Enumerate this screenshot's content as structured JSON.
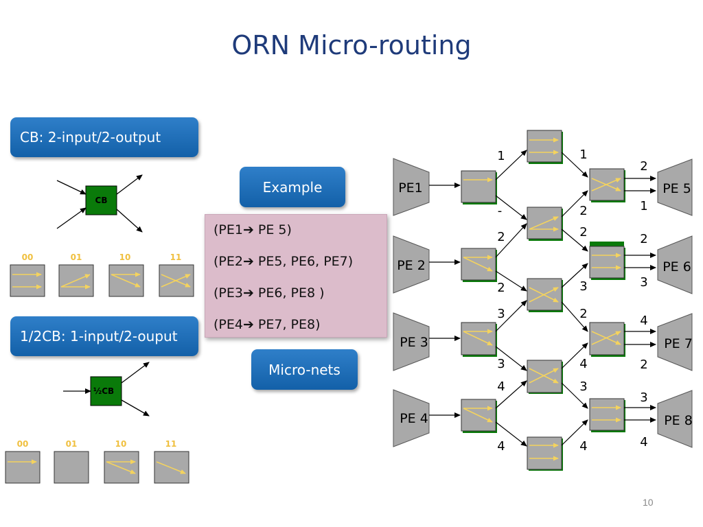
{
  "title": "ORN Micro-routing",
  "page_number": "10",
  "cb_label": "CB: 2-input/2-output",
  "cb_box": "CB",
  "cb_states": [
    "00",
    "01",
    "10",
    "11"
  ],
  "halfcb_label": "1/2CB: 1-input/2-ouput",
  "halfcb_box": "½CB",
  "halfcb_states": [
    "00",
    "01",
    "10",
    "11"
  ],
  "example_label": "Example",
  "micronets_label": "Micro-nets",
  "routes": [
    {
      "src": "(PE1",
      "dst": " PE 5)"
    },
    {
      "src": "(PE2",
      "dst": " PE5, PE6, PE7)"
    },
    {
      "src": "(PE3",
      "dst": " PE6, PE8 )"
    },
    {
      "src": "(PE4",
      "dst": " PE7, PE8)"
    }
  ],
  "network": {
    "inputs": [
      "PE1",
      "PE 2",
      "PE 3",
      "PE 4"
    ],
    "outputs": [
      "PE 5",
      "PE 6",
      "PE 7",
      "PE 8"
    ],
    "stage1_in_labels": [
      "1",
      "-",
      "2",
      "2",
      "3",
      "3",
      "4",
      "4"
    ],
    "stage2_in_labels": [
      "1",
      "2",
      "2",
      "3",
      "2",
      "4",
      "3",
      "4"
    ],
    "output_labels": [
      "2",
      "1",
      "2",
      "3",
      "4",
      "2",
      "3",
      "4"
    ]
  },
  "colors": {
    "title": "#1f3b7a",
    "switch_green": "#0a7a0a",
    "arrow_yellow": "#f4d35e",
    "pill_blue": "#1a6bb5"
  }
}
